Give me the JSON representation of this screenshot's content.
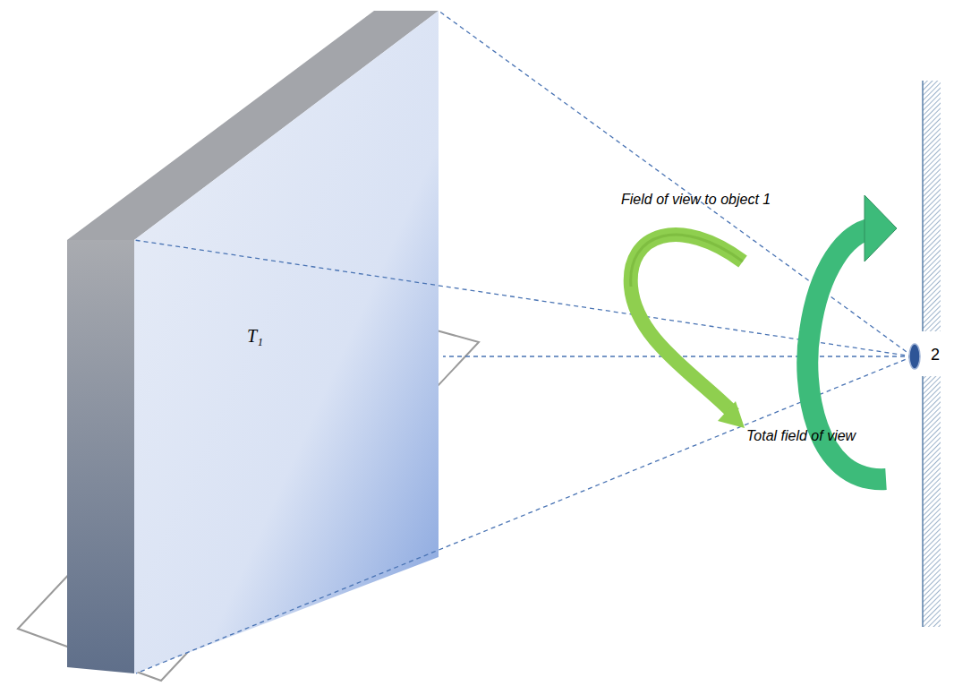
{
  "diagram": {
    "nodes": [
      {
        "text": [
          "T₁"
        ]
      }
    ],
    "labels": [
      "Field of view to object 1",
      "Total field of view",
      "2"
    ]
  }
}
